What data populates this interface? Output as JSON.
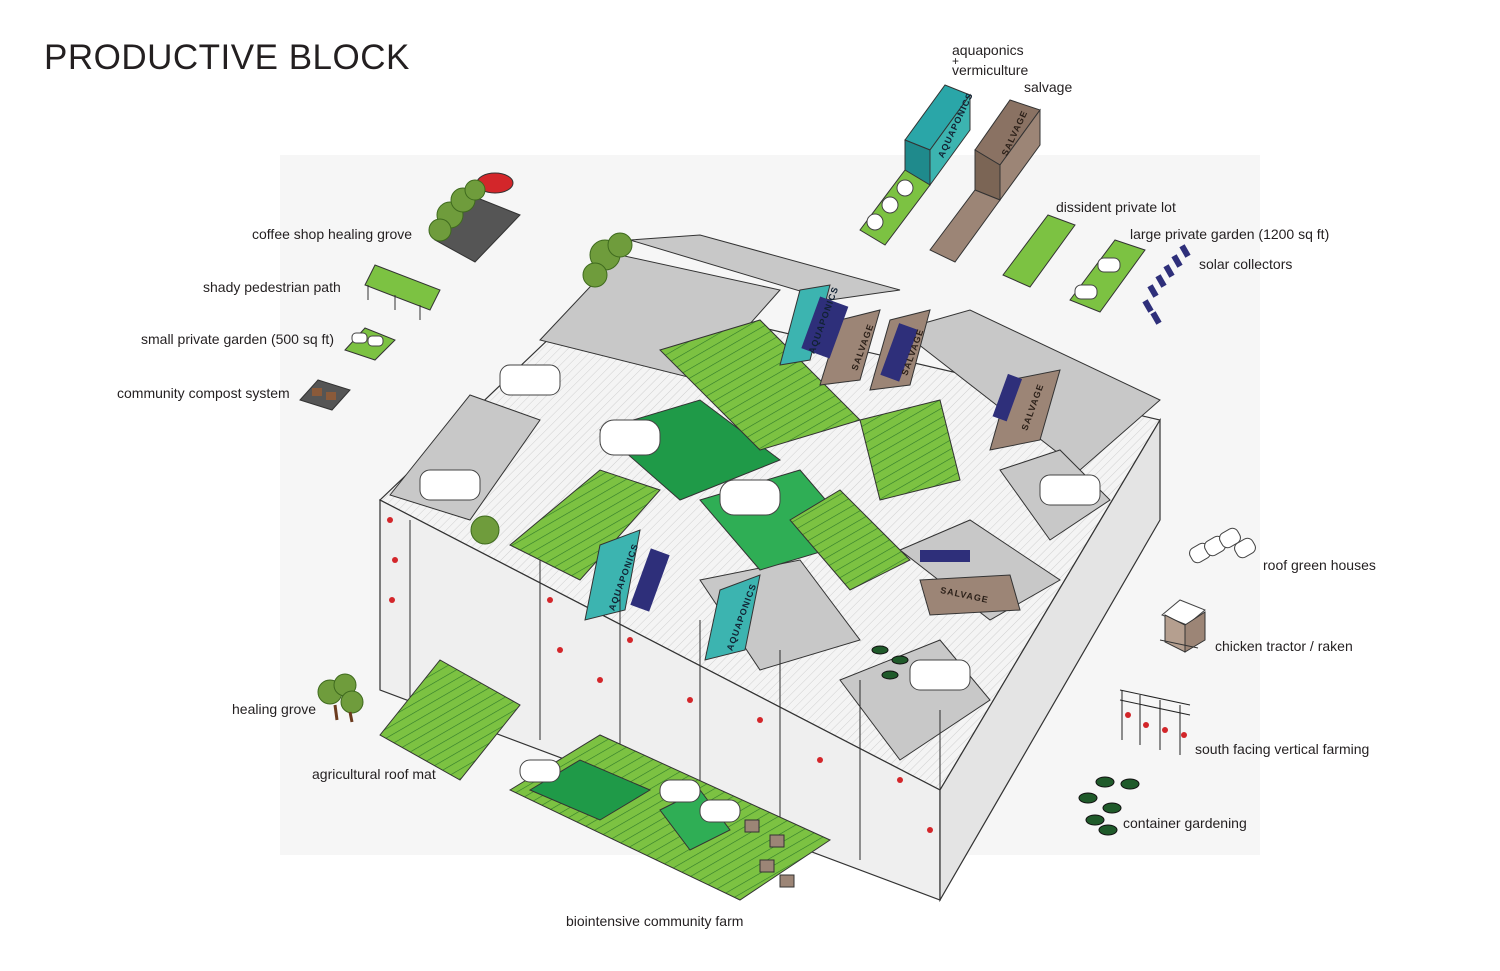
{
  "title": "PRODUCTIVE BLOCK",
  "labels": {
    "aquaponics_vermiculture": "aquaponics",
    "plus": "+",
    "vermiculture": "vermiculture",
    "salvage": "salvage",
    "dissident_private_lot": "dissident private lot",
    "large_private_garden": "large private garden (1200 sq ft)",
    "solar_collectors": "solar collectors",
    "coffee_shop_healing_grove": "coffee shop healing grove",
    "shady_pedestrian_path": "shady pedestrian path",
    "small_private_garden": "small private garden (500 sq ft)",
    "community_compost_system": "community compost system",
    "roof_green_houses": "roof green houses",
    "chicken_tractor": "chicken tractor / raken",
    "south_facing_vertical_farming": "south facing vertical farming",
    "container_gardening": "container gardening",
    "healing_grove": "healing grove",
    "agricultural_roof_mat": "agricultural roof mat",
    "biointensive_community_farm": "biointensive community farm"
  },
  "building_tags": {
    "aquaponics": "AQUAPONICS",
    "salvage": "SALVAGE"
  },
  "colors": {
    "green": "#7cc242",
    "dark_green": "#1f9a48",
    "teal": "#3cb4b0",
    "brown": "#9c8576",
    "roof_gray": "#c8c8c8",
    "solar": "#2e2f7a",
    "red": "#d3262a"
  }
}
